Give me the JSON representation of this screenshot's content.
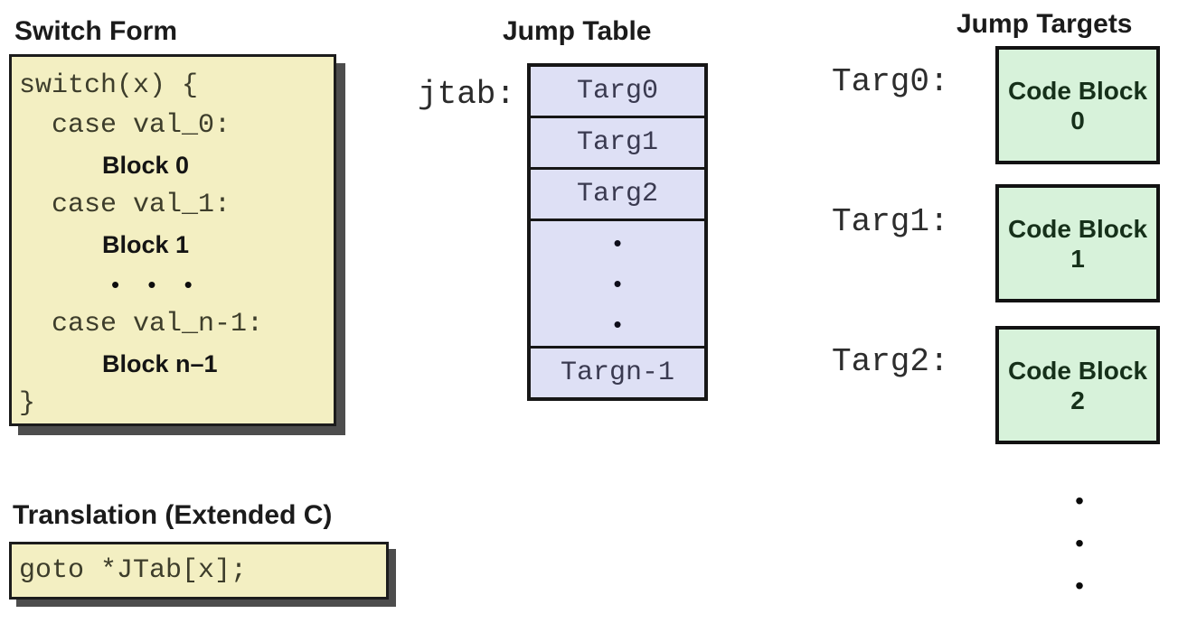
{
  "colors": {
    "code_box_bg": "#F3EFC2",
    "jump_table_bg": "#DEE0F5",
    "code_block_bg": "#D7F2DA",
    "border": "#1c1c1c",
    "shadow": "#4d4d4d",
    "background": "#ffffff"
  },
  "switch_form": {
    "heading": "Switch Form",
    "code_lines": [
      {
        "text": "switch(x) {"
      },
      {
        "text": "  case val_0:"
      },
      {
        "text": "Block 0"
      },
      {
        "text": "  case val_1:"
      },
      {
        "text": "Block 1"
      },
      {
        "text": "• • •"
      },
      {
        "text": "  case val_n-1:"
      },
      {
        "text": "Block n–1"
      },
      {
        "text": "}"
      }
    ]
  },
  "jump_table": {
    "heading": "Jump Table",
    "pointer_label": "jtab:",
    "rows": [
      "Targ0",
      "Targ1",
      "Targ2"
    ],
    "ellipsis": "•\n•\n•",
    "last_row": "Targn-1"
  },
  "jump_targets": {
    "heading": "Jump Targets",
    "targets": [
      {
        "label": "Targ0:",
        "block_title": "Code Block",
        "block_number": "0"
      },
      {
        "label": "Targ1:",
        "block_title": "Code Block",
        "block_number": "1"
      },
      {
        "label": "Targ2:",
        "block_title": "Code Block",
        "block_number": "2"
      }
    ],
    "ellipsis": "•\n•\n•"
  },
  "translation": {
    "heading": "Translation (Extended C)",
    "code": "goto *JTab[x];"
  }
}
